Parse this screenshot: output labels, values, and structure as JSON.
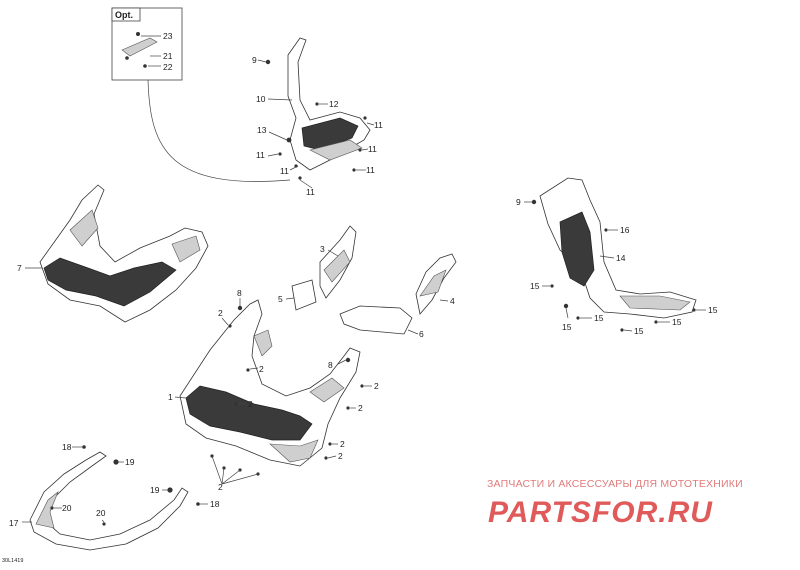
{
  "diagram": {
    "option_label": "Opt.",
    "drawing_code": "30L1419",
    "watermark": {
      "line1": "ЗАПЧАСТИ И АКСЕССУАРЫ ДЛЯ МОТОТЕХНИКИ",
      "line2": "PARTSFOR.RU"
    },
    "callouts": {
      "c1": "1",
      "c2": "2",
      "c3": "3",
      "c4": "4",
      "c5": "5",
      "c6": "6",
      "c7": "7",
      "c8": "8",
      "c9": "9",
      "c10": "10",
      "c11": "11",
      "c12": "12",
      "c13": "13",
      "c14": "14",
      "c15": "15",
      "c16": "16",
      "c17": "17",
      "c18": "18",
      "c19": "19",
      "c20": "20",
      "c21": "21",
      "c22": "22",
      "c23": "23"
    }
  }
}
